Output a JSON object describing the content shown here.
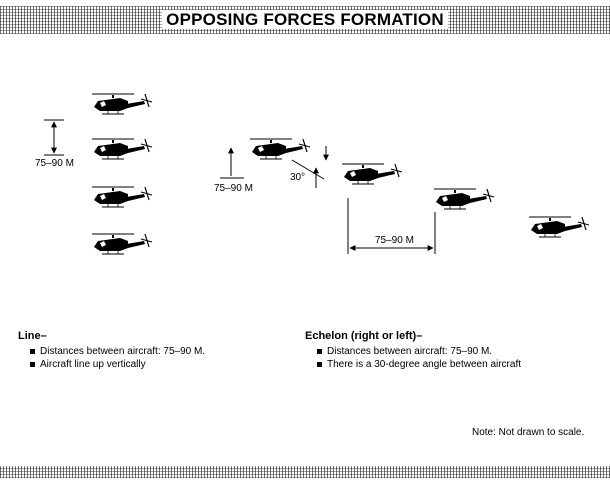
{
  "title": "OPPOSING FORCES FORMATION",
  "dimensions": {
    "line_spacing": "75–90 M",
    "echelon_vertical": "75–90 M",
    "echelon_horizontal": "75–90 M",
    "angle": "30°"
  },
  "icons": {
    "aircraft": "helicopter-icon"
  },
  "legend": {
    "line": {
      "heading": "Line–",
      "items": [
        "Distances between aircraft:  75–90 M.",
        "Aircraft line up vertically"
      ]
    },
    "echelon": {
      "heading": "Echelon (right or left)–",
      "items": [
        "Distances between aircraft:  75–90 M.",
        "There is a 30-degree angle between aircraft"
      ]
    }
  },
  "note": "Note:  Not drawn to scale."
}
